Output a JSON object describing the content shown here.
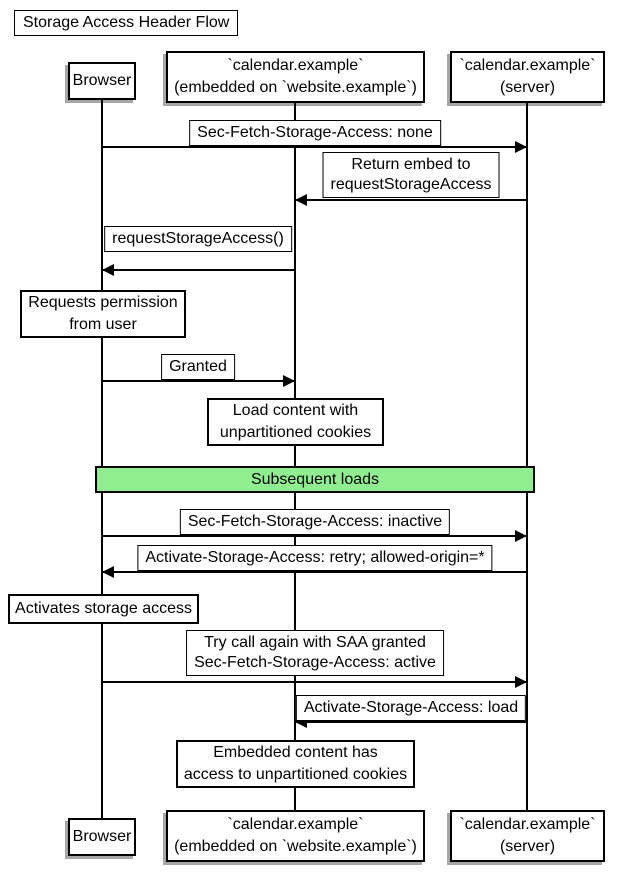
{
  "title": "Storage Access Header Flow",
  "actors": {
    "browser": {
      "label": "Browser"
    },
    "embed": {
      "line1": "`calendar.example`",
      "line2": "(embedded on `website.example`)"
    },
    "server": {
      "line1": "`calendar.example`",
      "line2": "(server)"
    }
  },
  "messages": {
    "m1": {
      "label": "Sec-Fetch-Storage-Access: none"
    },
    "m2": {
      "line1": "Return embed to",
      "line2": "requestStorageAccess"
    },
    "m3": {
      "label": "requestStorageAccess()"
    },
    "m4": {
      "label": "Granted"
    },
    "m5": {
      "label": "Sec-Fetch-Storage-Access: inactive"
    },
    "m6": {
      "label": "Activate-Storage-Access: retry; allowed-origin=*"
    },
    "m7": {
      "line1": "Try call again with SAA granted",
      "line2": "Sec-Fetch-Storage-Access: active"
    },
    "m8": {
      "label": "Activate-Storage-Access: load"
    }
  },
  "notes": {
    "n1": {
      "line1": "Requests permission",
      "line2": "from user"
    },
    "n2": {
      "line1": "Load content with",
      "line2": "unpartitioned cookies"
    },
    "n3": {
      "label": "Activates storage access"
    },
    "n4": {
      "line1": "Embedded content has",
      "line2": "access to unpartitioned cookies"
    }
  },
  "divider": {
    "label": "Subsequent loads",
    "fill": "#90EE90"
  },
  "colors": {
    "line": "#000000",
    "box_bg": "#ffffff",
    "border": "#000000"
  }
}
